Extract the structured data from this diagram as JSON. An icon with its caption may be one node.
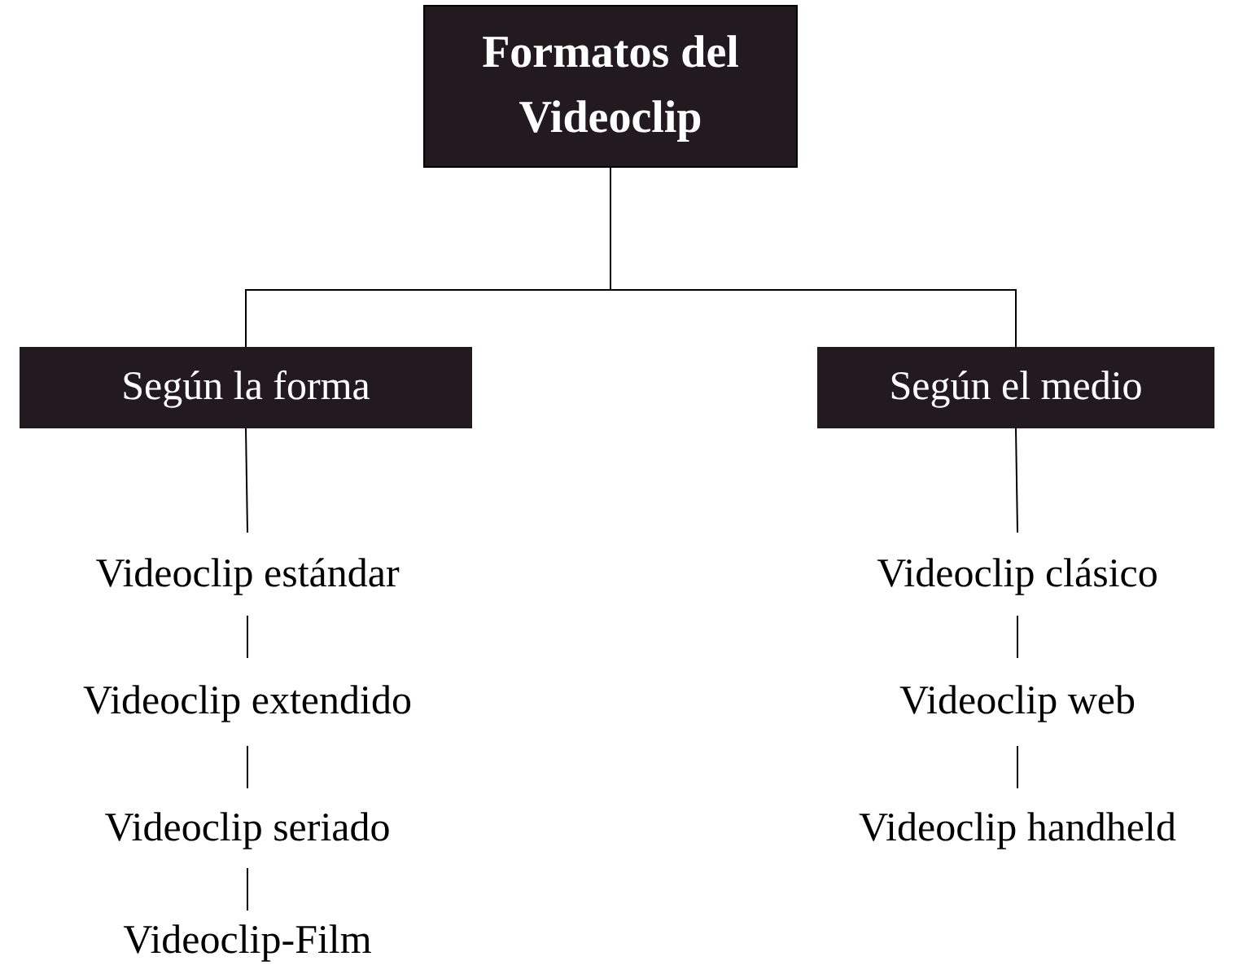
{
  "diagram": {
    "nodes": [
      {
        "text": [
          "Formatos del Videoclip"
        ]
      },
      {
        "text": [
          "Según la forma"
        ]
      },
      {
        "text": [
          "Según el medio"
        ]
      },
      {
        "text": [
          "Videoclip estándar"
        ]
      },
      {
        "text": [
          "Videoclip extendido"
        ]
      },
      {
        "text": [
          "Videoclip seriado"
        ]
      },
      {
        "text": [
          "Videoclip-Film"
        ]
      },
      {
        "text": [
          "Videoclip clásico"
        ]
      },
      {
        "text": [
          "Videoclip web"
        ]
      },
      {
        "text": [
          "Videoclip handheld"
        ]
      }
    ],
    "edges": [
      {
        "from": 0,
        "to": 1,
        "arrow": "none"
      },
      {
        "from": 0,
        "to": 2,
        "arrow": "none"
      },
      {
        "from": 1,
        "to": 3,
        "arrow": "none"
      },
      {
        "from": 3,
        "to": 4,
        "arrow": "none"
      },
      {
        "from": 4,
        "to": 5,
        "arrow": "none"
      },
      {
        "from": 5,
        "to": 6,
        "arrow": "none"
      },
      {
        "from": 2,
        "to": 7,
        "arrow": "none"
      },
      {
        "from": 7,
        "to": 8,
        "arrow": "none"
      },
      {
        "from": 8,
        "to": 9,
        "arrow": "none"
      }
    ]
  }
}
